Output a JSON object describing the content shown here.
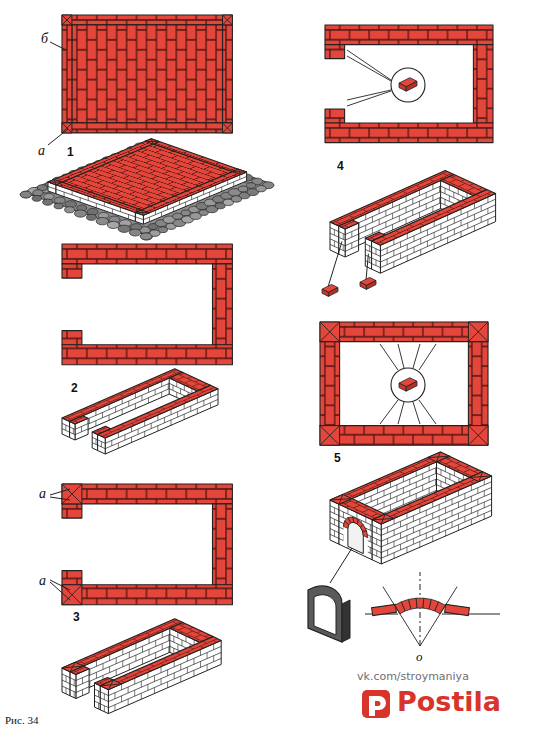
{
  "diagram": {
    "labels": [
      "б",
      "а",
      "1",
      "2",
      "а",
      "а",
      "3",
      "4",
      "5",
      "о",
      "vk.com/stroymaniya",
      "Postila",
      "Рис. 34"
    ]
  }
}
